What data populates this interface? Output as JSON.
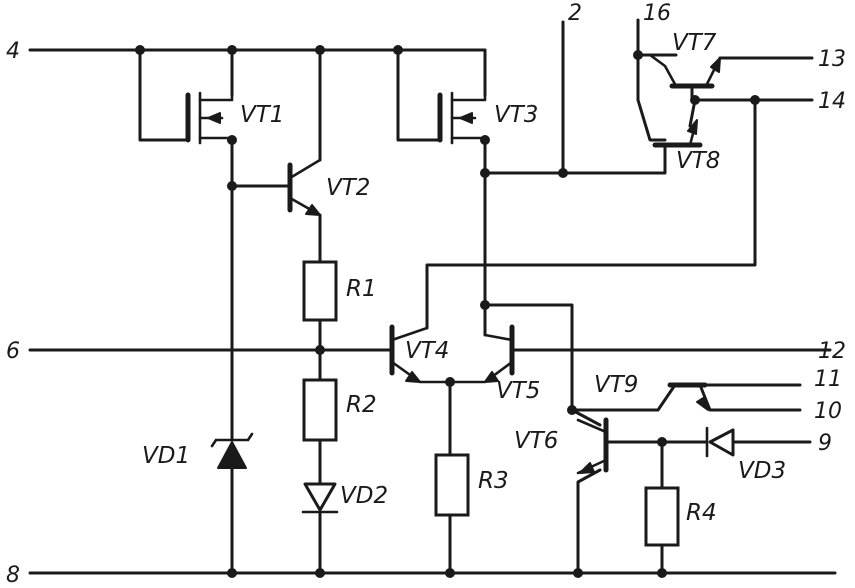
{
  "pins": {
    "p4": "4",
    "p6": "6",
    "p8": "8",
    "p2": "2",
    "p16": "16",
    "p13": "13",
    "p14": "14",
    "p12": "12",
    "p11": "11",
    "p10": "10",
    "p9": "9"
  },
  "components": {
    "vt1": "VT1",
    "vt2": "VT2",
    "vt3": "VT3",
    "vt4": "VT4",
    "vt5": "VT5",
    "vt6": "VT6",
    "vt7": "VT7",
    "vt8": "VT8",
    "vt9": "VT9",
    "r1": "R1",
    "r2": "R2",
    "r3": "R3",
    "r4": "R4",
    "vd1": "VD1",
    "vd2": "VD2",
    "vd3": "VD3"
  }
}
